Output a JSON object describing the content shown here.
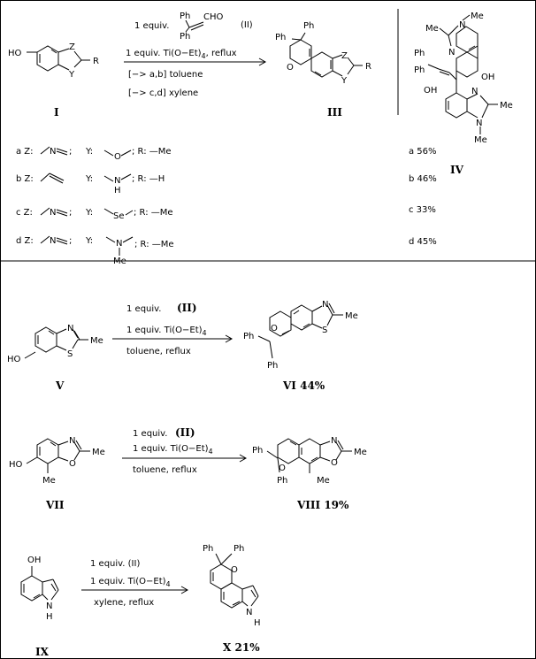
{
  "scheme1": {
    "compound_I": "I",
    "compound_II_label": "(II)",
    "compound_III": "III",
    "compound_IV": "IV",
    "reagent_line1": "1 equiv.",
    "reagent_line2": "1 equiv. Ti(O−Et)",
    "reagent_line2_sub": "4",
    "reagent_line2_tail": ", reflux",
    "cond_ab": "[−> a,b]   toluene",
    "cond_cd": "[−> c,d]   xylene",
    "variants": [
      {
        "id": "a Z:",
        "y": "Y:",
        "r": "; R: —Me",
        "yield": "a  56%"
      },
      {
        "id": "b Z:",
        "y": "Y:",
        "r": "; R: —H",
        "yield": "b  46%"
      },
      {
        "id": "c Z:",
        "y": "Y:",
        "r": "; R: —Me",
        "yield": "c  33%"
      },
      {
        "id": "d Z:",
        "y": "Y:",
        "r": "; R: —Me",
        "yield": "d  45%"
      }
    ],
    "atoms": {
      "HO": "HO",
      "Z": "Z",
      "Y": "Y",
      "R": "R",
      "Ph": "Ph",
      "CHO": "CHO",
      "O": "O",
      "N": "N",
      "Me": "Me",
      "OH": "OH",
      "H": "H",
      "Se": "Se"
    }
  },
  "scheme2": {
    "compound_V": "V",
    "compound_VI": "VI  44%",
    "r1": "1 equiv.",
    "r1_b": "(II)",
    "r2": "1 equiv. Ti(O−Et)",
    "r2_sub": "4",
    "r3": "toluene, reflux"
  },
  "scheme3": {
    "compound_VII": "VII",
    "compound_VIII": "VIII  19%",
    "r1": "1 equiv.",
    "r1_b": "(II)",
    "r2": "1 equiv. Ti(O−Et)",
    "r2_sub": "4",
    "r3": "toluene,  reflux"
  },
  "scheme4": {
    "compound_IX": "IX",
    "compound_X": "X  21%",
    "r1": "1 equiv. (II)",
    "r2": "1 equiv. Ti(O−Et)",
    "r2_sub": "4",
    "r3": "xylene, reflux"
  }
}
